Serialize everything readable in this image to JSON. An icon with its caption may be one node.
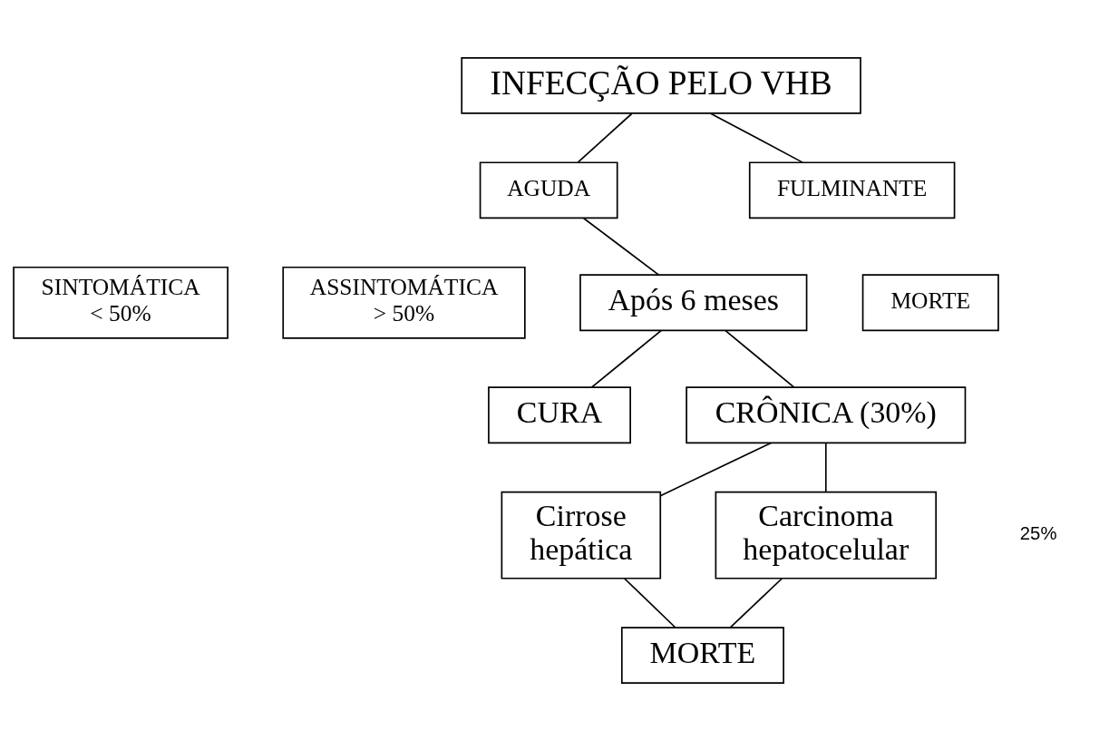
{
  "diagram": {
    "nodes": [
      {
        "text": [
          "INFECÇÃO PELO VHB"
        ]
      },
      {
        "text": [
          "AGUDA"
        ]
      },
      {
        "text": [
          "FULMINANTE"
        ]
      },
      {
        "text": [
          "SINTOMÁTICA < 50%"
        ]
      },
      {
        "text": [
          "ASSINTOMÁTICA > 50%"
        ]
      },
      {
        "text": [
          "MORTE"
        ]
      },
      {
        "text": [
          "Após 6 meses"
        ]
      },
      {
        "text": [
          "CURA"
        ]
      },
      {
        "text": [
          "CRÔNICA (30%)"
        ]
      },
      {
        "text": [
          "Cirrose hepática"
        ]
      },
      {
        "text": [
          "Carcinoma hepatocelular"
        ]
      },
      {
        "text": [
          "MORTE"
        ]
      }
    ],
    "edges": [
      {
        "from": 0,
        "to": 1,
        "arrow": "none"
      },
      {
        "from": 0,
        "to": 2,
        "arrow": "none"
      },
      {
        "from": 1,
        "to": 6,
        "arrow": "none"
      },
      {
        "from": 6,
        "to": 7,
        "arrow": "none"
      },
      {
        "from": 6,
        "to": 8,
        "arrow": "none"
      },
      {
        "from": 8,
        "to": 9,
        "arrow": "none"
      },
      {
        "from": 8,
        "to": 10,
        "arrow": "none"
      },
      {
        "from": 9,
        "to": 11,
        "arrow": "none"
      },
      {
        "from": 10,
        "to": 11,
        "arrow": "none"
      }
    ],
    "labels": [
      "25%"
    ]
  }
}
